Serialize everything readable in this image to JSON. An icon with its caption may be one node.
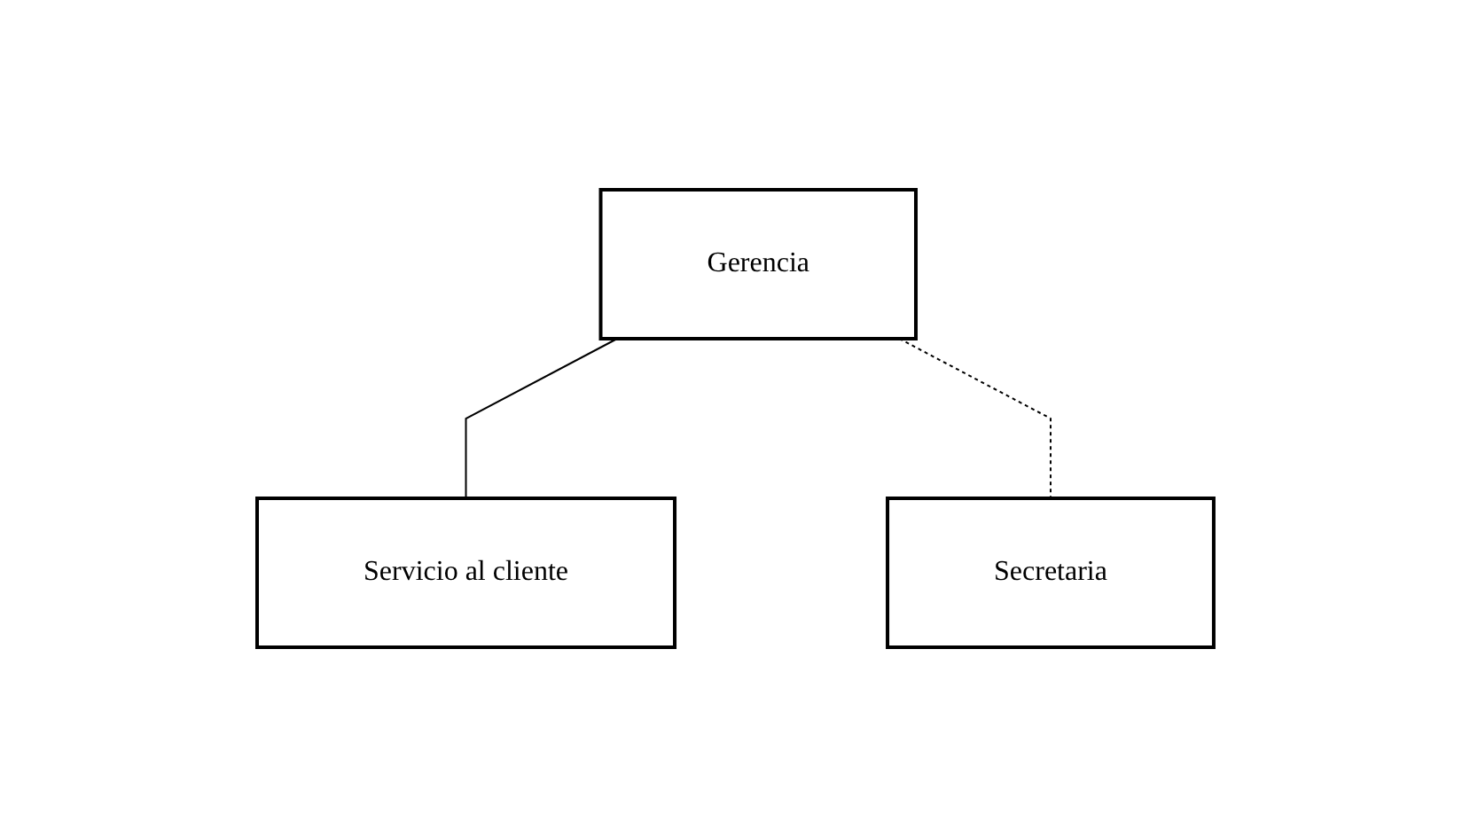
{
  "diagram": {
    "nodes": [
      {
        "text": [
          "Gerencia"
        ]
      },
      {
        "text": [
          "Secretaria"
        ]
      },
      {
        "text": [
          "Servicio al cliente"
        ]
      }
    ],
    "edges": [
      {
        "from": 0,
        "to": 2,
        "arrow": "none"
      },
      {
        "from": 0,
        "to": 1,
        "arrow": "none",
        "style": "dashed"
      }
    ]
  }
}
